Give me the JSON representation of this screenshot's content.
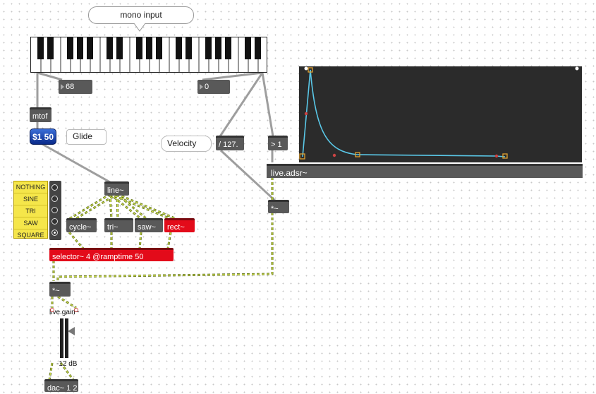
{
  "comment_bubble": "mono input",
  "number_boxes": {
    "note": "68",
    "velocity": "0"
  },
  "objects": {
    "mtof": "mtof",
    "line": "line~",
    "cycle": "cycle~",
    "tri": "tri~",
    "saw": "saw~",
    "rect": "rect~",
    "selector": "selector~ 4 @ramptime 50",
    "multiply_main": "*~",
    "div": "/ 127.",
    "gt": "> 1",
    "multiply_env": "*~",
    "dac": "dac~ 1 2"
  },
  "message_box": "$1 50",
  "comments": {
    "glide": "Glide",
    "velocity": "Velocity"
  },
  "waveform_menu": [
    "NOTHING",
    "SINE",
    "TRI",
    "SAW",
    "SQUARE"
  ],
  "radio_selected": 4,
  "adsr_label": "live.adsr~",
  "gain_label": "live.gain~",
  "gain_value": "-12 dB",
  "colors": {
    "envelope_line": "#5ac8e8",
    "patch_cord_signal": "#c8d84a",
    "active_object": "#e30b1a"
  }
}
